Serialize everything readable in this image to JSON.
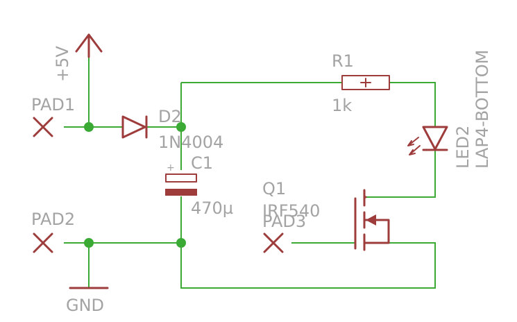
{
  "labels": {
    "v5": "+5V",
    "pad1": "PAD1",
    "pad2": "PAD2",
    "pad3": "PAD3",
    "gnd": "GND",
    "d2_name": "D2",
    "d2_value": "1N4004",
    "c1_name": "C1",
    "c1_value": "470µ",
    "c1_plus": "+",
    "r1_name": "R1",
    "r1_value": "1k",
    "led2_name": "LED2",
    "led2_value": "LAP4-BOTTOM",
    "q1_name": "Q1",
    "q1_value": "IRF540"
  },
  "colors": {
    "wire": "#3aaa35",
    "component": "#9e3c3c",
    "label": "#a3a3a3",
    "background": "#ffffff"
  }
}
